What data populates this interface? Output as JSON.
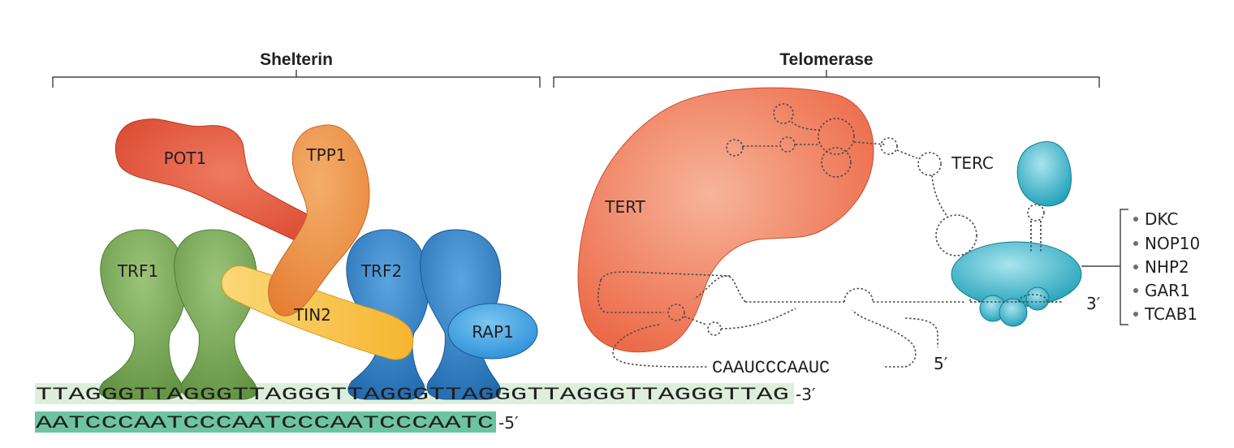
{
  "shelterin": {
    "title": "Shelterin",
    "proteins": {
      "pot1": "POT1",
      "tpp1": "TPP1",
      "trf1": "TRF1",
      "trf2": "TRF2",
      "tin2": "TIN2",
      "rap1": "RAP1"
    }
  },
  "telomerase": {
    "title": "Telomerase",
    "tert": "TERT",
    "terc": "TERC",
    "template": "CAAUCCCAAUC",
    "three_prime": "3′",
    "five_prime": "5′",
    "dyskerin_complex": [
      "DKC",
      "NOP10",
      "NHP2",
      "GAR1",
      "TCAB1"
    ]
  },
  "dna": {
    "top_strand": "TTAGGGTTAGGGTTAGGGTTAGGGTTAGGGTTAGGGTTAGGGTTAG",
    "top_end": "-3′",
    "bottom_strand": "AATCCCAATCCCAATCCCAATCCCAATC",
    "bottom_end": "-5′"
  },
  "colors": {
    "pot1": "#e0523a",
    "tpp1": "#ea8c40",
    "trf1": "#74a14c",
    "trf2": "#2b7bbf",
    "tin2": "#f8c24a",
    "rap1": "#3b9fe0",
    "tert": "#f07a5a",
    "dyskerin": "#29a7bd",
    "top_strand_bg": "#dcefdc",
    "bottom_strand_bg": "#6cc4a1"
  }
}
